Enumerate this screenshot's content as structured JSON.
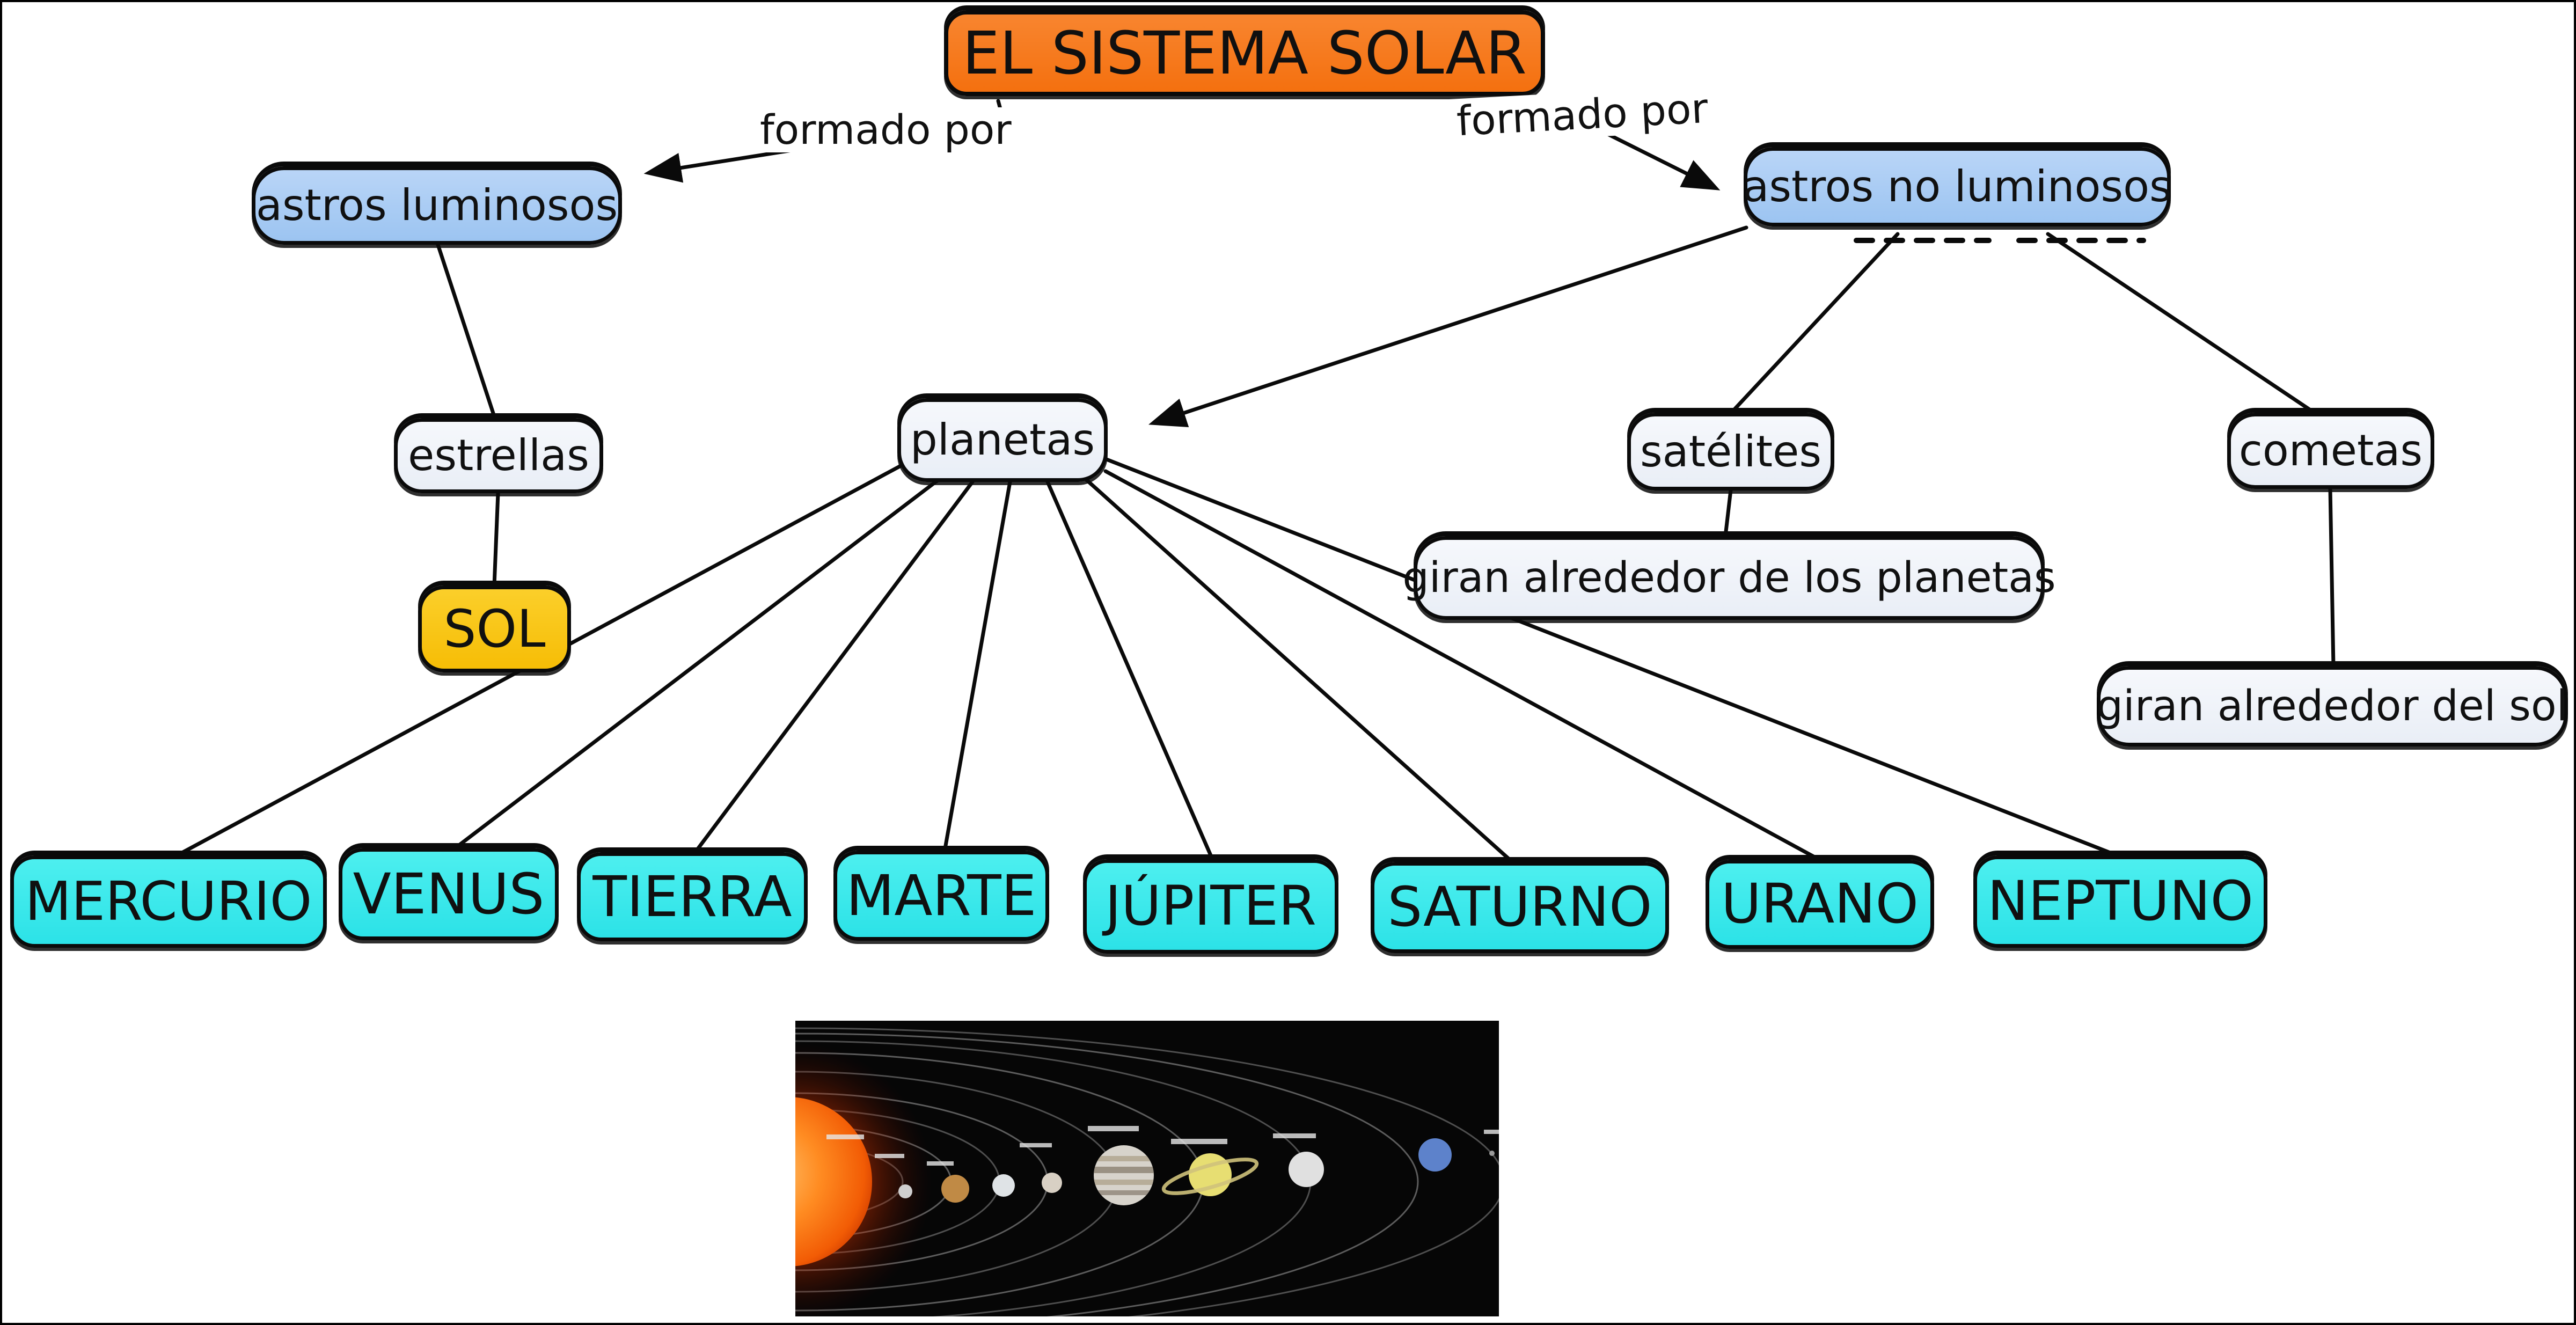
{
  "diagram": {
    "title": "EL SISTEMA SOLAR",
    "edge_label_left": "formado por",
    "edge_label_right": "formado por",
    "nodes": {
      "astros_luminosos": "astros luminosos",
      "astros_no_luminosos": "astros no luminosos",
      "estrellas": "estrellas",
      "sol": "SOL",
      "planetas": "planetas",
      "satelites": "satélites",
      "cometas": "cometas",
      "giran_planetas": "giran alrededor de los planetas",
      "giran_sol": "giran alrededor del sol"
    },
    "planets": [
      "MERCURIO",
      "VENUS",
      "TIERRA",
      "MARTE",
      "JÚPITER",
      "SATURNO",
      "URANO",
      "NEPTUNO"
    ],
    "colors": {
      "title_bg": "#f5761e",
      "luminous_bg": "#a5c9f3",
      "plain_bg": "#eef2f8",
      "sol_bg": "#f8c414",
      "planet_bg": "#35e7ea",
      "line": "#0a0a0a"
    },
    "illustration": "solar-system-photo"
  }
}
